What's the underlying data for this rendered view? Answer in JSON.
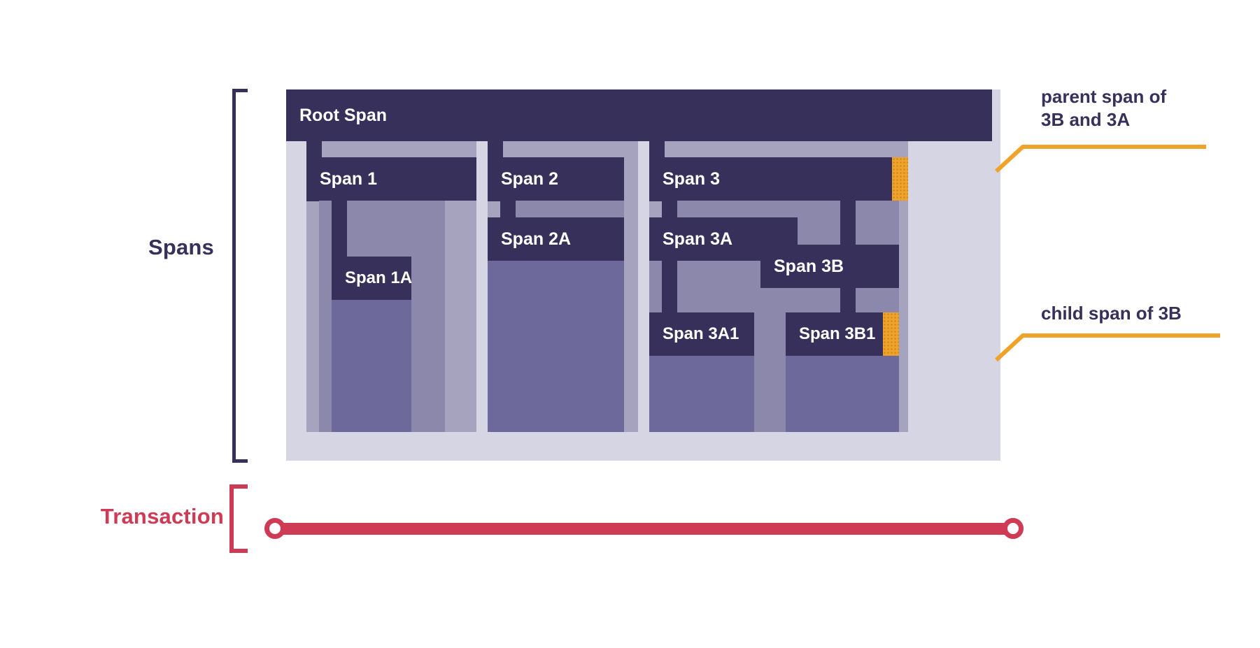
{
  "diagram": {
    "title_hidden": "",
    "sections": {
      "spans_label": "Spans",
      "transaction_label": "Transaction"
    },
    "colors": {
      "dark_span": "#37305b",
      "body_level1": "#a5a3bd",
      "body_level2": "#8b88ab",
      "body_level3": "#6d699b",
      "canvas": "#d6d5e3",
      "highlight": "#f0a32a",
      "transaction": "#cf3b55",
      "text_on_dark": "#ffffff"
    },
    "spans": [
      {
        "id": "root",
        "label": "Root Span",
        "level": 0
      },
      {
        "id": "s1",
        "label": "Span 1",
        "level": 1,
        "parent": "root"
      },
      {
        "id": "s1a",
        "label": "Span 1A",
        "level": 2,
        "parent": "s1"
      },
      {
        "id": "s2",
        "label": "Span 2",
        "level": 1,
        "parent": "root"
      },
      {
        "id": "s2a",
        "label": "Span 2A",
        "level": 2,
        "parent": "s2"
      },
      {
        "id": "s3",
        "label": "Span 3",
        "level": 1,
        "parent": "root"
      },
      {
        "id": "s3a",
        "label": "Span 3A",
        "level": 2,
        "parent": "s3"
      },
      {
        "id": "s3a1",
        "label": "Span 3A1",
        "level": 3,
        "parent": "s3a"
      },
      {
        "id": "s3b",
        "label": "Span 3B",
        "level": 2,
        "parent": "s3"
      },
      {
        "id": "s3b1",
        "label": "Span 3B1",
        "level": 3,
        "parent": "s3b"
      }
    ],
    "callouts": [
      {
        "id": "callout-parent",
        "text_line1": "parent span of",
        "text_line2": "3B and 3A",
        "target": "s3"
      },
      {
        "id": "callout-child",
        "text_line1": "child span of 3B",
        "text_line2": "",
        "target": "s3b1"
      }
    ]
  }
}
